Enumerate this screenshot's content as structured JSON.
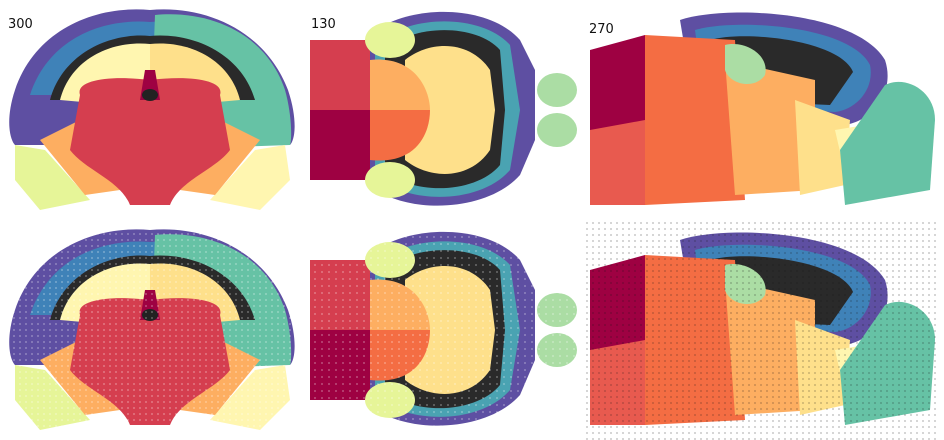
{
  "figure": {
    "slice_labels": {
      "coronal": "300",
      "horizontal": "130",
      "sagittal": "270"
    },
    "colors": {
      "cortex_outer": "#5e4fa2",
      "cortex_2": "#3f82b8",
      "cortex_3": "#4aa3b2",
      "cortex_4": "#66c2a5",
      "cortex_5": "#abdda4",
      "light_yellow": "#fff6b0",
      "pale_yellow": "#fee08b",
      "orange": "#fdae61",
      "orange_red": "#f46d43",
      "red": "#d53e4f",
      "crimson": "#9e0142",
      "white_matter": "#2a2a2a"
    }
  }
}
